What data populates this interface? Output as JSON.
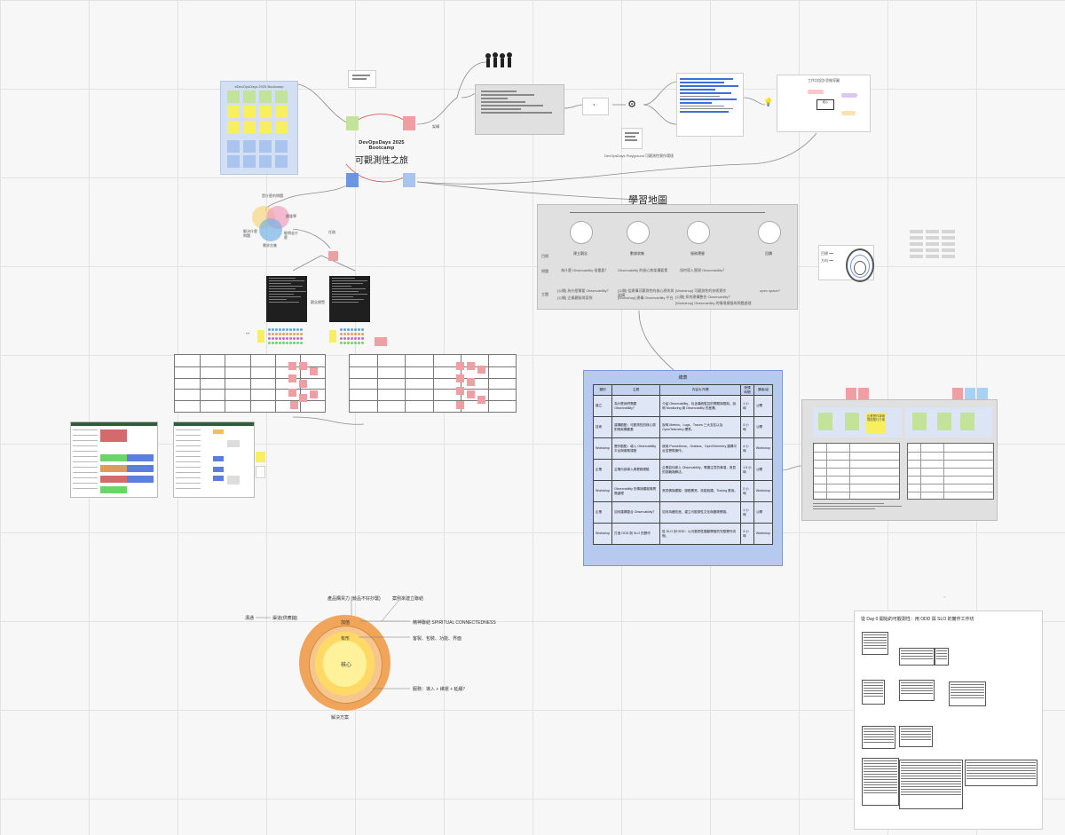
{
  "board": {
    "main_title_en": "DevOpsDays 2025 Bootcamp",
    "main_title_zh": "可觀測性之旅",
    "learning_map_title": "學習地圖",
    "summary_title": "總表",
    "workshop_title": "從 Day 0 開始的可觀測性：用 ODD 與 SLO 的實作工作坊"
  },
  "learning_map": {
    "stages": [
      "建立觀念",
      "數據收集",
      "服務運營",
      "回饋"
    ],
    "row_labels": [
      "目標",
      "問題",
      "主題"
    ],
    "questions": [
      "為什麼 Observability 很重要？",
      "Observability 的核心和架構要素",
      "如何導入實現 Observability？"
    ],
    "topics": [
      "[公開] 為什麼需要 Observability？",
      "[公開] 從建構可觀測性的核心原則與架構",
      "[Workshop] 可觀測性的技術實作",
      "open space?",
      "[公開] 企業觀點與案例",
      "[Workshop] 建構 Observability 平台",
      "[公開] 如何建構整合 Observability？",
      "[Workshop] Observability 的情境模擬與問題處理"
    ]
  },
  "summary": {
    "headers": [
      "類別",
      "主題",
      "內容大 所需",
      "授課時間",
      "講者/組"
    ],
    "rows": [
      [
        "建立",
        "為什麼我們需要 Observability？",
        "介紹 Observability，包含傳統監控的問題與限制，說明 Monitoring 與 Observability 的差異。",
        "1 小時",
        "公開"
      ],
      [
        "技術",
        "建構觀點：可觀測性的核心原則與架構要素",
        "說明 Metrics、Logs、Traces 三大支柱以及 OpenTelemetry 標準。",
        "3 小時",
        "公開"
      ],
      [
        "Workshop",
        "實作觀點：導入 Observability 平台與服務運營",
        "使用 Prometheus、Grafana、OpenTelemetry 建構平台並實際操作。",
        "4 小時",
        "Workshop"
      ],
      [
        "企業",
        "企業內部導入與實務經驗",
        "企業如何導入 Observability，需要注意的事項，常見的挑戰與解法。",
        "1.5 小時",
        "公開"
      ],
      [
        "Workshop",
        "Observability 的情境模擬與問題處理",
        "常見情境模擬：服務異常、效能瓶頸、Tracing 應用。",
        "2 小時",
        "Workshop"
      ],
      [
        "企業",
        "如何建構整合 Observability？",
        "如何持續改進，建立可觀測性文化與團隊實踐。",
        "1 小時",
        "公開"
      ],
      [
        "Workshop",
        "打造 ODD 與 SLO 的實作",
        "從 SLO 到 ODD：以可觀測性驅動開發的完整實作流程。",
        "3 小時",
        "Workshop"
      ]
    ]
  },
  "onion": {
    "outer": "加值",
    "middle": "有形",
    "core": "核心",
    "bottom": "解決方案",
    "left_a": "溝通",
    "left_b": "渠道(供應鏈)",
    "top": "產品購買力 (競品不好抄襲)",
    "top_right": "案例來建立聯結",
    "right1": "精神聯結 SPIRITUAL CONNECTEDNESS",
    "right2": "客製、包裝、功能、界面",
    "right3": "服務：導入 + 維運 + 延續？"
  },
  "venn": {
    "title": "是什麼的問題",
    "left": "解決什麼問題",
    "top": "跟誰學",
    "right": "能帶走什麼",
    "center": "需求交集"
  },
  "labels": {
    "architecture": "架構",
    "tasks": "任務",
    "learning_label": "學習",
    "goal": "目標",
    "overview_label": "觀念總覽",
    "dashboard_label": "DevOpsDays Playground 可觀測性實作環境",
    "sticky_note": "企業實作專案規劃推行方案"
  },
  "colors": {
    "green": "#c4e39a",
    "yellow": "#f7ef5f",
    "blue": "#a9c4ef",
    "pink": "#ef9ea3",
    "summary_bg": "#b6c9ef",
    "onion_outer": "#f0a55a",
    "onion_core": "#fff29a"
  }
}
